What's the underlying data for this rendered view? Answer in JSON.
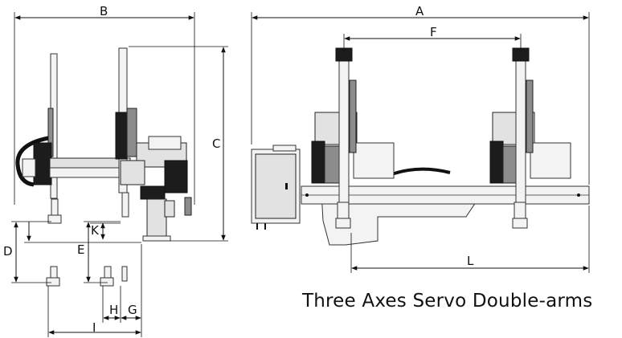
{
  "dimensions": {
    "A": "A",
    "B": "B",
    "C": "C",
    "D": "D",
    "E": "E",
    "F": "F",
    "G": "G",
    "H": "H",
    "I": "I",
    "K": "K",
    "L": "L"
  },
  "caption": "Three Axes Servo Double-arms",
  "colors": {
    "line": "#111111",
    "metal": "#e2e2e2",
    "dark": "#1c1c1c",
    "shade": "#8c8c8c"
  }
}
